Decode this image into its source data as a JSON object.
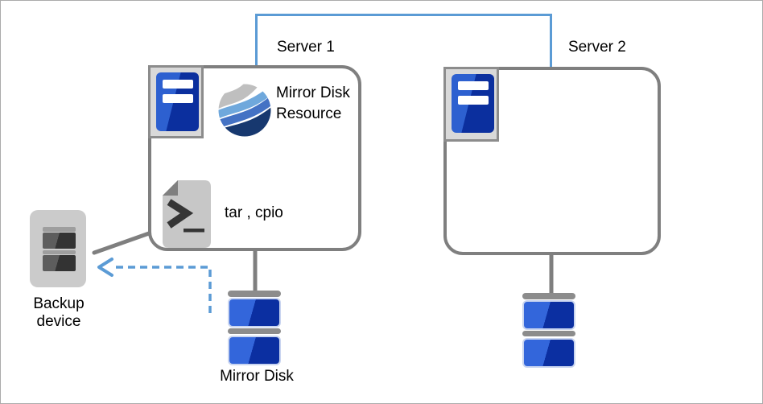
{
  "labels": {
    "server1": "Server 1",
    "server2": "Server 2",
    "mirror_disk_resource": "Mirror Disk Resource",
    "backup_commands": "tar , cpio",
    "mirror_disk": "Mirror Disk",
    "backup_device": "Backup device"
  },
  "icons": {
    "server1": "server-tower-icon",
    "server2": "server-tower-icon",
    "mirror_disk_resource": "globe-waves-icon",
    "backup_commands": "shell-script-icon",
    "mirror_disk_server1": "stacked-disks-icon",
    "mirror_disk_server2": "stacked-disks-icon",
    "backup_device": "tape-drive-icon"
  },
  "colors": {
    "link_blue": "#5B9BD5",
    "outline_gray": "#7F7F7F",
    "icon_frame_gray": "#8C8C8C",
    "server_blue_light": "#2D60D0",
    "server_blue_dark": "#0B2F9E",
    "disk_blue_light": "#3366DB",
    "disk_blue_dark": "#0B2FA1",
    "wave_gray": "#BFBFBF",
    "wave_light_blue": "#6FA8DC",
    "wave_medium_blue": "#4472C4",
    "wave_navy": "#17386F"
  }
}
